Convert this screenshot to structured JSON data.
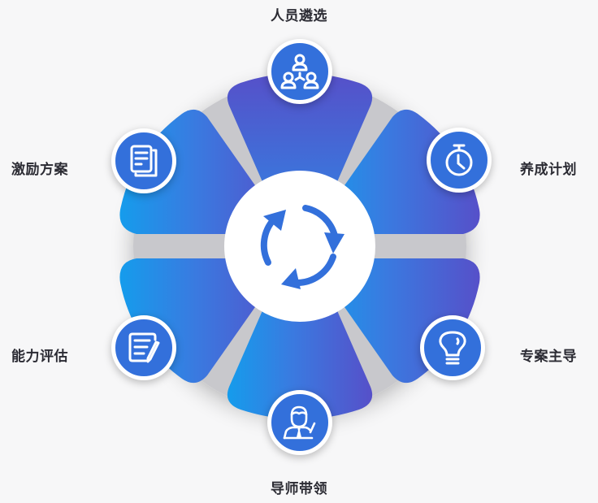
{
  "diagram": {
    "title": "",
    "center": {
      "icon": "refresh-cycle-icon"
    },
    "colors": {
      "petal_gradient_start": "#159cec",
      "petal_gradient_mid": "#3a7ae0",
      "petal_gradient_end": "#5650c9",
      "node_fill": "#3370db",
      "node_border": "#ffffff",
      "separator": "#c8c8cc",
      "background": "#f7f7f8",
      "label": "#2b2b33"
    },
    "stages": [
      {
        "label": "人员遴选",
        "icon": "people-network-icon",
        "position": "top"
      },
      {
        "label": "养成计划",
        "icon": "stopwatch-icon",
        "position": "upper-right"
      },
      {
        "label": "专案主导",
        "icon": "lightbulb-icon",
        "position": "lower-right"
      },
      {
        "label": "导师带领",
        "icon": "mentor-person-icon",
        "position": "bottom"
      },
      {
        "label": "能力评估",
        "icon": "document-edit-icon",
        "position": "lower-left"
      },
      {
        "label": "激励方案",
        "icon": "documents-stack-icon",
        "position": "upper-left"
      }
    ]
  }
}
